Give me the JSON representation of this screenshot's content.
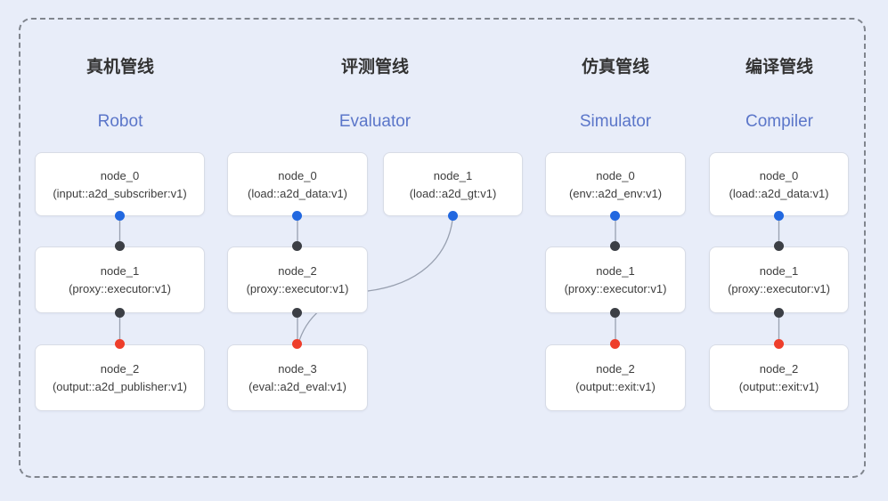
{
  "diagram": {
    "description_colors": {
      "background": "#e8edf9",
      "frame_border": "#80858e",
      "node_background": "#ffffff",
      "node_border": "#d8dce6",
      "node_text": "#3d3d3d",
      "title_cn": "#333333",
      "title_en": "#5b76c9",
      "edge_line": "#98a0b0",
      "port_source_dot": "#2268e0",
      "port_proxy_dot": "#3c3f45",
      "port_sink_dot": "#ee3e2b"
    }
  },
  "pipelines": [
    {
      "id": "robot",
      "title_cn": "真机管线",
      "title_en": "Robot",
      "nodes": [
        {
          "name": "node_0",
          "impl": "(input::a2d_subscriber:v1)"
        },
        {
          "name": "node_1",
          "impl": "(proxy::executor:v1)"
        },
        {
          "name": "node_2",
          "impl": "(output::a2d_publisher:v1)"
        }
      ]
    },
    {
      "id": "evaluator",
      "title_cn": "评测管线",
      "title_en": "Evaluator",
      "nodes": [
        {
          "name": "node_0",
          "impl": "(load::a2d_data:v1)"
        },
        {
          "name": "node_1",
          "impl": "(load::a2d_gt:v1)"
        },
        {
          "name": "node_2",
          "impl": "(proxy::executor:v1)"
        },
        {
          "name": "node_3",
          "impl": "(eval::a2d_eval:v1)"
        }
      ]
    },
    {
      "id": "simulator",
      "title_cn": "仿真管线",
      "title_en": "Simulator",
      "nodes": [
        {
          "name": "node_0",
          "impl": "(env::a2d_env:v1)"
        },
        {
          "name": "node_1",
          "impl": "(proxy::executor:v1)"
        },
        {
          "name": "node_2",
          "impl": "(output::exit:v1)"
        }
      ]
    },
    {
      "id": "compiler",
      "title_cn": "编译管线",
      "title_en": "Compiler",
      "nodes": [
        {
          "name": "node_0",
          "impl": "(load::a2d_data:v1)"
        },
        {
          "name": "node_1",
          "impl": "(proxy::executor:v1)"
        },
        {
          "name": "node_2",
          "impl": "(output::exit:v1)"
        }
      ]
    }
  ],
  "edges": [
    {
      "pipeline": "robot",
      "from": "node_0",
      "to": "node_1",
      "shape": "straight"
    },
    {
      "pipeline": "robot",
      "from": "node_1",
      "to": "node_2",
      "shape": "straight"
    },
    {
      "pipeline": "evaluator",
      "from": "node_0",
      "to": "node_2",
      "shape": "straight"
    },
    {
      "pipeline": "evaluator",
      "from": "node_1",
      "to": "node_3",
      "shape": "curved-behind-node_2"
    },
    {
      "pipeline": "evaluator",
      "from": "node_2",
      "to": "node_3",
      "shape": "straight"
    },
    {
      "pipeline": "simulator",
      "from": "node_0",
      "to": "node_1",
      "shape": "straight"
    },
    {
      "pipeline": "simulator",
      "from": "node_1",
      "to": "node_2",
      "shape": "straight"
    },
    {
      "pipeline": "compiler",
      "from": "node_0",
      "to": "node_1",
      "shape": "straight"
    },
    {
      "pipeline": "compiler",
      "from": "node_1",
      "to": "node_2",
      "shape": "straight"
    }
  ]
}
